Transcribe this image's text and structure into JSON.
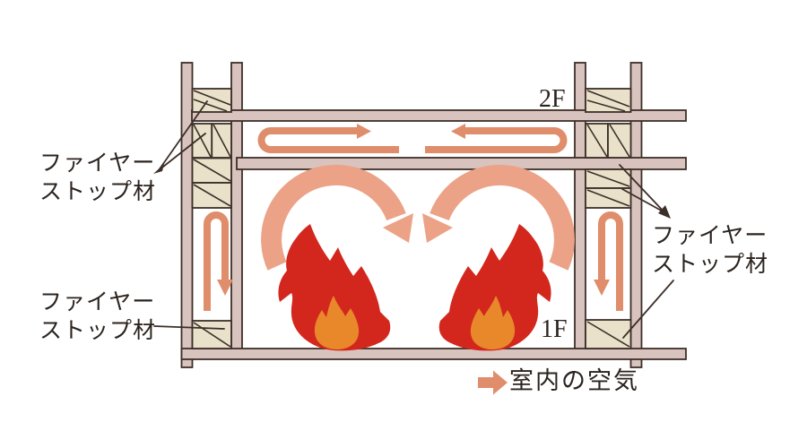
{
  "diagram": {
    "floor_labels": {
      "second": "2F",
      "first": "1F"
    },
    "firestop_label_left_top": {
      "line1": "ファイヤー",
      "line2": "ストップ材"
    },
    "firestop_label_left_bottom": {
      "line1": "ファイヤー",
      "line2": "ストップ材"
    },
    "firestop_label_right": {
      "line1": "ファイヤー",
      "line2": "ストップ材"
    },
    "legend": {
      "label": "室内の空気"
    },
    "colors": {
      "wall": "#d9c3bf",
      "firestop": "#e9e1ca",
      "outline": "#3c2f28",
      "air_arrow": "#e08d6c",
      "air_arc": "#eca287",
      "flame_red": "#d3271d",
      "flame_orange": "#e8882b",
      "text": "#2b231e"
    }
  }
}
